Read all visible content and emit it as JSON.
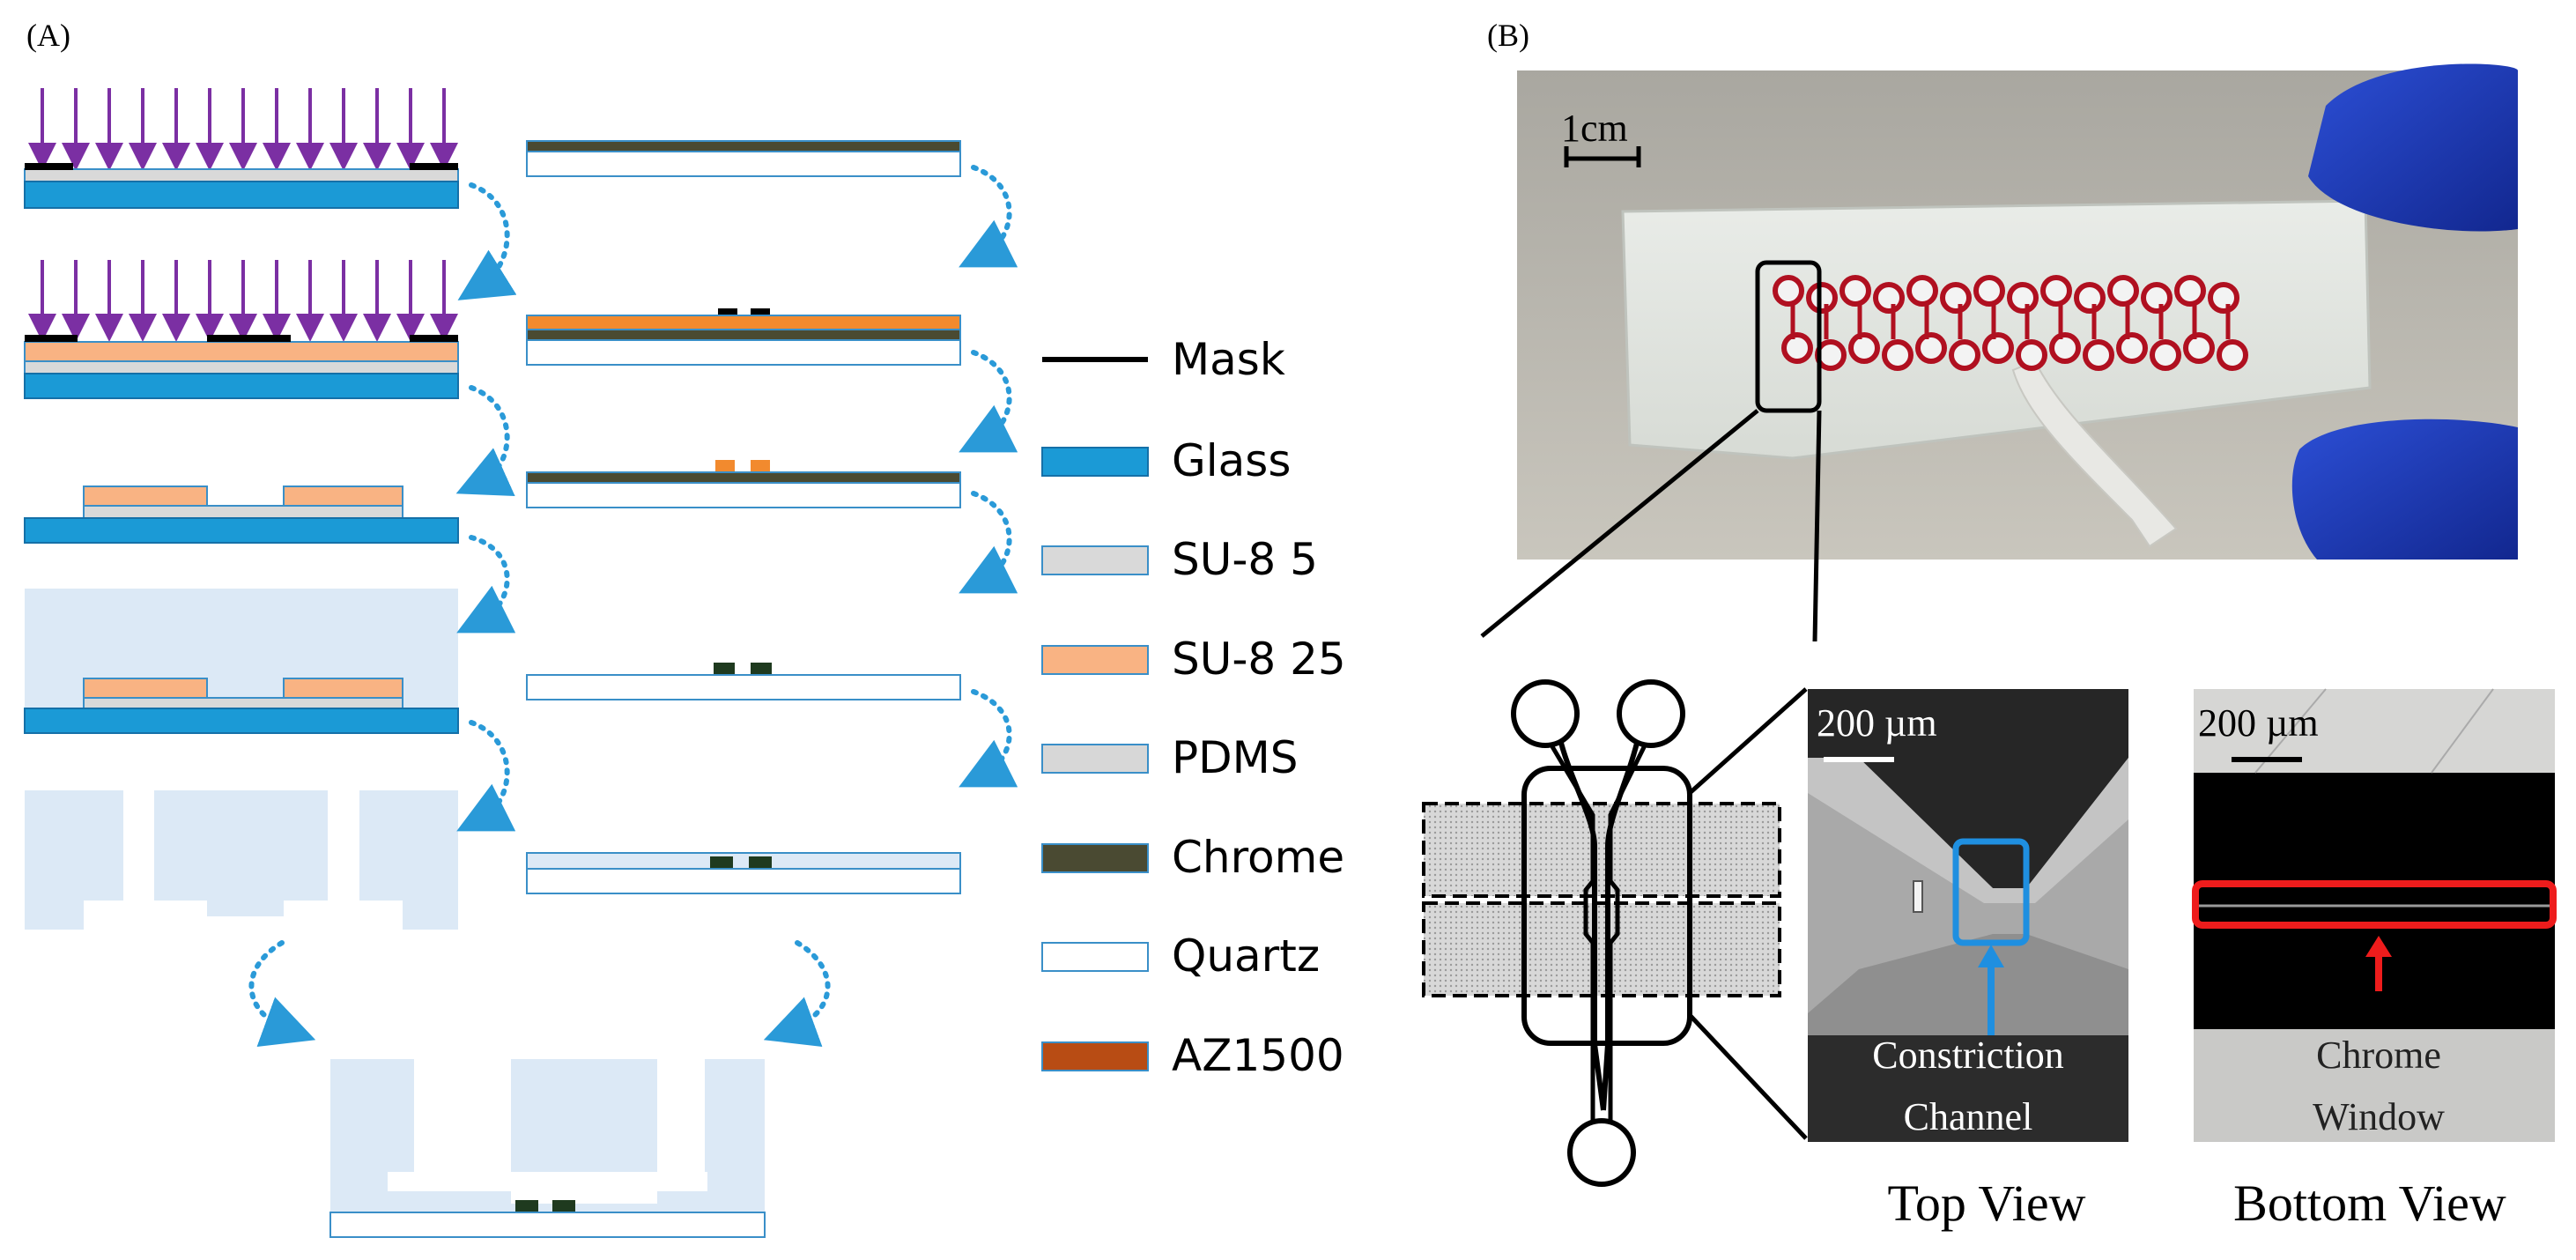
{
  "panel_a": {
    "label": "(A)",
    "legend": [
      {
        "key": "mask",
        "label": "Mask",
        "color": "#000000"
      },
      {
        "key": "glass",
        "label": "Glass",
        "color": "#1b9ad6"
      },
      {
        "key": "su8_5",
        "label": "SU-8 5",
        "color": "#d9d9d9"
      },
      {
        "key": "su8_25",
        "label": "SU-8 25",
        "color": "#f9b383"
      },
      {
        "key": "pdms",
        "label": "PDMS",
        "color": "#d7d7d7"
      },
      {
        "key": "chrome",
        "label": "Chrome",
        "color": "#4a4a32"
      },
      {
        "key": "quartz",
        "label": "Quartz",
        "color": "#ffffff"
      },
      {
        "key": "az1500",
        "label": "AZ1500",
        "color": "#b84c14"
      }
    ],
    "colors": {
      "uv_arrow": "#7b2fa3",
      "flow_arrow": "#2a9ad8",
      "pdms_mold": "#dce9f6",
      "chrome_pad": "#1f3a1f"
    }
  },
  "panel_b": {
    "label": "(B)",
    "photo_scale": "1cm",
    "top_view": {
      "scale": "200 µm",
      "annotation_line1": "Constriction",
      "annotation_line2": "Channel",
      "caption": "Top View"
    },
    "bottom_view": {
      "scale": "200 µm",
      "annotation_line1": "Chrome",
      "annotation_line2": "Window",
      "caption": "Bottom View"
    }
  }
}
